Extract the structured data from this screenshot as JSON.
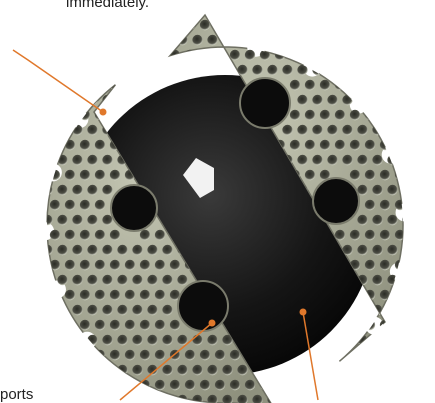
{
  "captions": {
    "top_fragment": "immediately.",
    "bottom_fragment": "ports"
  },
  "colors": {
    "disc": "#161616",
    "pad_fill": "#a9ab97",
    "pad_edge": "#6e6f62",
    "dimple": "#3d3e37",
    "port": "#0c0c0c",
    "leader": "#e0782b"
  },
  "callouts": [
    {
      "name": "leader-line-pad"
    },
    {
      "name": "leader-line-port"
    },
    {
      "name": "leader-line-disc"
    }
  ]
}
